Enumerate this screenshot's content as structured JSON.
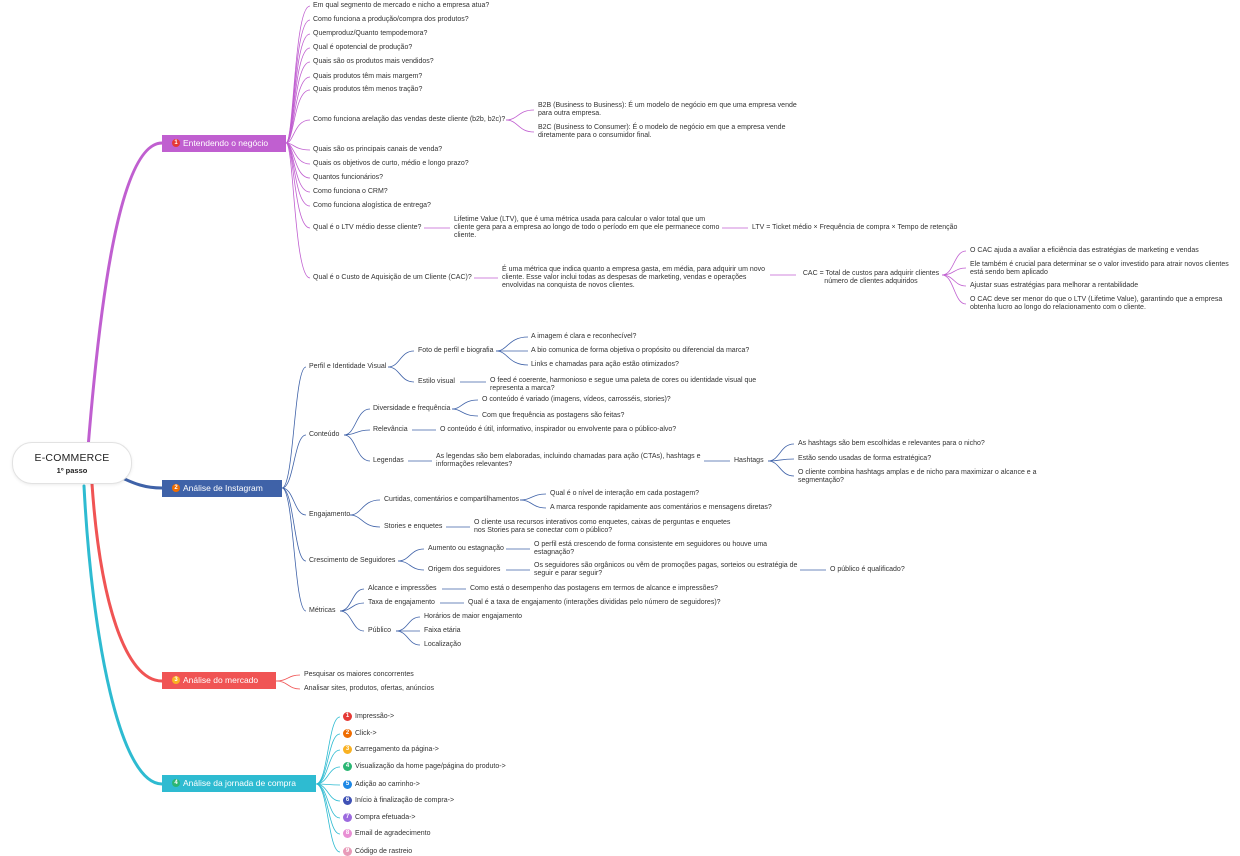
{
  "root": {
    "title": "E-COMMERCE",
    "subtitle": "1º passo"
  },
  "branches": [
    {
      "label": "Entendendo o negócio",
      "number": "1",
      "color": "#c05fd0"
    },
    {
      "label": "Análise de Instagram",
      "number": "2",
      "color": "#3f62a8"
    },
    {
      "label": "Análise do mercado",
      "number": "3",
      "color": "#f05454"
    },
    {
      "label": "Análise da jornada de compra",
      "number": "4",
      "color": "#2ebbd1"
    }
  ],
  "b1": {
    "q1": "Em qual segmento de mercado e nicho a empresa atua?",
    "q2": "Como funciona a produção/compra dos produtos?",
    "q3": "Quemproduz/Quanto tempodemora?",
    "q4": "Qual é opotencial de produção?",
    "q5": "Quais são os produtos mais vendidos?",
    "q6": "Quais produtos têm mais margem?",
    "q7": "Quais produtos têm menos tração?",
    "q8": "Como funciona arelação das vendas deste cliente (b2b, b2c)?",
    "b2b": "B2B (Business to Business): É um modelo de negócio em que uma empresa vende para outra empresa.",
    "b2c": "B2C (Business to Consumer): É o modelo de negócio em que a empresa vende diretamente para o consumidor final.",
    "q9": "Quais são os principais canais de venda?",
    "q10": "Quais os objetivos de curto, médio e longo prazo?",
    "q11": "Quantos funcionários?",
    "q12": "Como funciona o CRM?",
    "q13": "Como funciona alogística de entrega?",
    "q14": "Qual é o LTV médio desse cliente?",
    "ltv_def": "Lifetime Value (LTV), que é uma métrica usada para calcular o valor total que um cliente gera para a empresa ao longo de todo o período em que ele permanece como cliente.",
    "ltv_formula": "LTV = Ticket médio × Frequência de compra × Tempo de retenção",
    "q15": "Qual é o Custo de Aquisição de um Cliente (CAC)?",
    "cac_def": "É uma métrica que indica quanto a empresa gasta, em média, para adquirir um novo cliente. Esse valor inclui todas as despesas de marketing, vendas e operações envolvidas na conquista de novos clientes.",
    "cac_formula_1": "CAC = Total de custos para adquirir clientes",
    "cac_formula_2": "número de clientes adquiridos",
    "cac_n1": "O CAC ajuda a avaliar a eficiência das estratégias de marketing e vendas",
    "cac_n2": "Ele também é crucial para determinar se o valor investido para atrair novos clientes está sendo bem aplicado",
    "cac_n3": "Ajustar suas estratégias para melhorar a rentabilidade",
    "cac_n4": "O CAC deve ser menor do que o LTV (Lifetime Value), garantindo que a empresa obtenha lucro ao longo do relacionamento com o cliente."
  },
  "b2": {
    "perfil": "Perfil e Identidade Visual",
    "foto": "Foto de perfil e biografia",
    "foto_q1": "A imagem é clara e reconhecível?",
    "foto_q2": "A bio comunica de forma objetiva o propósito ou diferencial da marca?",
    "foto_q3": "Links e chamadas para ação estão otimizados?",
    "estilo": "Estilo visual",
    "estilo_q": "O feed é coerente, harmonioso e segue uma paleta de cores ou identidade visual que representa a marca?",
    "conteudo": "Conteúdo",
    "divers": "Diversidade e frequência",
    "divers_q1": "O conteúdo é variado (imagens, vídeos, carrosséis, stories)?",
    "divers_q2": "Com que frequência as postagens são feitas?",
    "relev": "Relevância",
    "relev_q": "O conteúdo é útil, informativo, inspirador ou envolvente para o público-alvo?",
    "legendas": "Legendas",
    "legendas_q": "As legendas são bem elaboradas, incluindo chamadas para ação (CTAs), hashtags e informações relevantes?",
    "hashtags": "Hashtags",
    "hash_q1": "As hashtags são bem escolhidas e relevantes para o nicho?",
    "hash_q2": "Estão sendo usadas de forma estratégica?",
    "hash_q3": "O cliente combina hashtags amplas e de nicho para maximizar o alcance e a segmentação?",
    "engaj": "Engajamento",
    "curtidas": "Curtidas, comentários e compartilhamentos",
    "curt_q1": "Qual é o nível de interação em cada postagem?",
    "curt_q2": "A marca responde rapidamente aos comentários e mensagens diretas?",
    "stories": "Stories e enquetes",
    "stories_q": "O cliente usa recursos interativos como enquetes, caixas de perguntas e enquetes nos Stories para se conectar com o público?",
    "cresc": "Crescimento de Seguidores",
    "aumento": "Aumento ou estagnação",
    "aumento_q": "O perfil está crescendo de forma consistente em seguidores ou houve uma estagnação?",
    "origem": "Origem dos seguidores",
    "origem_q": "Os seguidores são orgânicos ou vêm de promoções pagas, sorteios ou estratégia de seguir e parar seguir?",
    "origem_q2": "O público é qualificado?",
    "metricas": "Métricas",
    "alcance": "Alcance e impressões",
    "alcance_q": "Como está o desempenho das postagens em termos de alcance e impressões?",
    "taxa": "Taxa de engajamento",
    "taxa_q": "Qual é a taxa de engajamento (interações divididas pelo número de seguidores)?",
    "publico": "Público",
    "pub_1": "Horários de maior engajamento",
    "pub_2": "Faixa etária",
    "pub_3": "Localização"
  },
  "b3": {
    "i1": "Pesquisar os maiores concorrentes",
    "i2": "Analisar sites, produtos, ofertas, anúncios"
  },
  "b4": {
    "steps": [
      {
        "n": "1",
        "label": "Impressão->",
        "color": "#e53935"
      },
      {
        "n": "2",
        "label": "Click->",
        "color": "#ef6c00"
      },
      {
        "n": "3",
        "label": "Carregamento da página->",
        "color": "#f9b122"
      },
      {
        "n": "4",
        "label": "Visualização da home page/página do produto->",
        "color": "#2bb673"
      },
      {
        "n": "5",
        "label": "Adição ao carrinho->",
        "color": "#1e88e5"
      },
      {
        "n": "6",
        "label": "Início à finalização de compra->",
        "color": "#3f51b5"
      },
      {
        "n": "7",
        "label": "Compra efetuada->",
        "color": "#9c6ade"
      },
      {
        "n": "8",
        "label": "Email de agradecimento",
        "color": "#e88fd4"
      },
      {
        "n": "9",
        "label": "Código de rastreio",
        "color": "#e89ab8"
      }
    ]
  }
}
